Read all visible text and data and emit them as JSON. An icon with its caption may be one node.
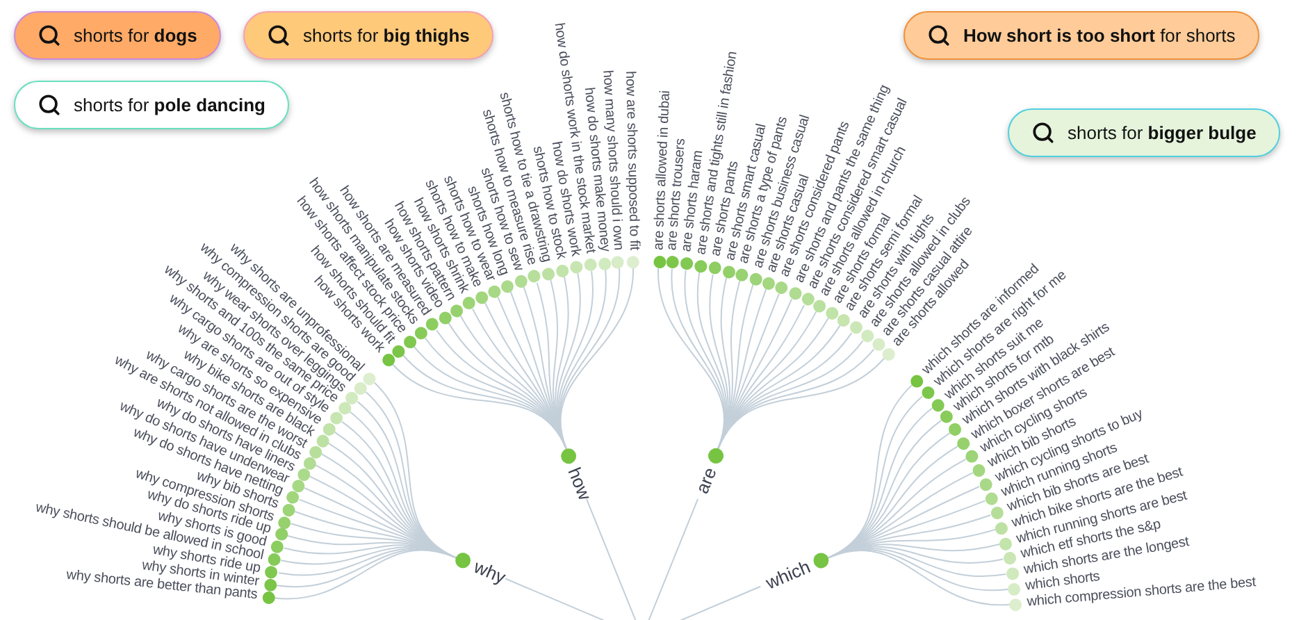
{
  "diagram": {
    "nodes": [
      {
        "text": [
          "why"
        ]
      },
      {
        "text": [
          "why shorts are unprofessional"
        ]
      },
      {
        "text": [
          "why compression shorts are good"
        ]
      },
      {
        "text": [
          "why wear shorts over leggings"
        ]
      },
      {
        "text": [
          "why shorts and 100s the same price"
        ]
      },
      {
        "text": [
          "why cargo shorts are out of style"
        ]
      },
      {
        "text": [
          "why are shorts so expensive"
        ]
      },
      {
        "text": [
          "why bike shorts are black"
        ]
      },
      {
        "text": [
          "why cargo shorts are the worst"
        ]
      },
      {
        "text": [
          "why are shorts not allowed in clubs"
        ]
      },
      {
        "text": [
          "why do shorts have liners"
        ]
      },
      {
        "text": [
          "why do shorts have underwear"
        ]
      },
      {
        "text": [
          "why do shorts have netting"
        ]
      },
      {
        "text": [
          "why bib shorts"
        ]
      },
      {
        "text": [
          "why compression shorts"
        ]
      },
      {
        "text": [
          "why do shorts ride up"
        ]
      },
      {
        "text": [
          "why shorts is good"
        ]
      },
      {
        "text": [
          "why shorts should be allowed in school"
        ]
      },
      {
        "text": [
          "why shorts ride up"
        ]
      },
      {
        "text": [
          "why shorts in winter"
        ]
      },
      {
        "text": [
          "why shorts are better than pants"
        ]
      },
      {
        "text": [
          "how"
        ]
      },
      {
        "text": [
          "how shorts work"
        ]
      },
      {
        "text": [
          "how shorts should fit"
        ]
      },
      {
        "text": [
          "how shorts affect stock price"
        ]
      },
      {
        "text": [
          "how shorts manipulate stocks"
        ]
      },
      {
        "text": [
          "how shorts are measured"
        ]
      },
      {
        "text": [
          "how shorts video"
        ]
      },
      {
        "text": [
          "how shorts pattern"
        ]
      },
      {
        "text": [
          "how shorts shrink"
        ]
      },
      {
        "text": [
          "shorts how to make"
        ]
      },
      {
        "text": [
          "shorts how to wear"
        ]
      },
      {
        "text": [
          "shorts how long"
        ]
      },
      {
        "text": [
          "shorts how to sew"
        ]
      },
      {
        "text": [
          "shorts how to measure rise"
        ]
      },
      {
        "text": [
          "shorts how to tie a drawstring"
        ]
      },
      {
        "text": [
          "shorts how to stock"
        ]
      },
      {
        "text": [
          "how do shorts work"
        ]
      },
      {
        "text": [
          "how do shorts work in the stock market"
        ]
      },
      {
        "text": [
          "how do shorts make money"
        ]
      },
      {
        "text": [
          "how many shorts should i own"
        ]
      },
      {
        "text": [
          "how are shorts supposed to fit"
        ]
      },
      {
        "text": [
          "are"
        ]
      },
      {
        "text": [
          "are shorts allowed in dubai"
        ]
      },
      {
        "text": [
          "are shorts trousers"
        ]
      },
      {
        "text": [
          "are shorts haram"
        ]
      },
      {
        "text": [
          "are shorts and tights still in fashion"
        ]
      },
      {
        "text": [
          "are shorts pants"
        ]
      },
      {
        "text": [
          "are shorts smart casual"
        ]
      },
      {
        "text": [
          "are shorts a type of pants"
        ]
      },
      {
        "text": [
          "are shorts business casual"
        ]
      },
      {
        "text": [
          "are shorts casual"
        ]
      },
      {
        "text": [
          "are shorts considered pants"
        ]
      },
      {
        "text": [
          "are shorts and pants the same thing"
        ]
      },
      {
        "text": [
          "are shorts considered smart casual"
        ]
      },
      {
        "text": [
          "are shorts allowed in church"
        ]
      },
      {
        "text": [
          "are shorts formal"
        ]
      },
      {
        "text": [
          "are shorts semi formal"
        ]
      },
      {
        "text": [
          "are shorts with tights"
        ]
      },
      {
        "text": [
          "are shorts allowed in clubs"
        ]
      },
      {
        "text": [
          "are shorts casual attire"
        ]
      },
      {
        "text": [
          "are shorts allowed"
        ]
      },
      {
        "text": [
          "which"
        ]
      },
      {
        "text": [
          "which shorts are informed"
        ]
      },
      {
        "text": [
          "which shorts are right for me"
        ]
      },
      {
        "text": [
          "which shorts suit me"
        ]
      },
      {
        "text": [
          "which shorts for mtb"
        ]
      },
      {
        "text": [
          "which shorts with black shirts"
        ]
      },
      {
        "text": [
          "which boxer shorts are best"
        ]
      },
      {
        "text": [
          "which cycling shorts"
        ]
      },
      {
        "text": [
          "which bib shorts"
        ]
      },
      {
        "text": [
          "which cycling shorts to buy"
        ]
      },
      {
        "text": [
          "which running shorts"
        ]
      },
      {
        "text": [
          "which bib shorts are best"
        ]
      },
      {
        "text": [
          "which bike shorts are the best"
        ]
      },
      {
        "text": [
          "which running shorts are best"
        ]
      },
      {
        "text": [
          "which etf shorts the s&p"
        ]
      },
      {
        "text": [
          "which shorts are the longest"
        ]
      },
      {
        "text": [
          "which shorts"
        ]
      },
      {
        "text": [
          "which compression shorts are the best"
        ]
      },
      {
        "text": [
          "shorts for **dogs**"
        ]
      },
      {
        "text": [
          "shorts for **big thighs**"
        ]
      },
      {
        "text": [
          "**How short is too short** for shorts"
        ]
      },
      {
        "text": [
          "shorts for **pole dancing**"
        ]
      },
      {
        "text": [
          "shorts for **bigger bulge**"
        ]
      }
    ],
    "edges": [
      {
        "from": null,
        "to": 0,
        "arrow": "none"
      },
      {
        "from": null,
        "to": 21,
        "arrow": "none"
      },
      {
        "from": null,
        "to": 42,
        "arrow": "none"
      },
      {
        "from": null,
        "to": 62,
        "arrow": "none"
      },
      {
        "from": 0,
        "to": 1,
        "arrow": "none"
      },
      {
        "from": 0,
        "to": 2,
        "arrow": "none"
      },
      {
        "from": 0,
        "to": 3,
        "arrow": "none"
      },
      {
        "from": 0,
        "to": 4,
        "arrow": "none"
      },
      {
        "from": 0,
        "to": 5,
        "arrow": "none"
      },
      {
        "from": 0,
        "to": 6,
        "arrow": "none"
      },
      {
        "from": 0,
        "to": 7,
        "arrow": "none"
      },
      {
        "from": 0,
        "to": 8,
        "arrow": "none"
      },
      {
        "from": 0,
        "to": 9,
        "arrow": "none"
      },
      {
        "from": 0,
        "to": 10,
        "arrow": "none"
      },
      {
        "from": 0,
        "to": 11,
        "arrow": "none"
      },
      {
        "from": 0,
        "to": 12,
        "arrow": "none"
      },
      {
        "from": 0,
        "to": 13,
        "arrow": "none"
      },
      {
        "from": 0,
        "to": 14,
        "arrow": "none"
      },
      {
        "from": 0,
        "to": 15,
        "arrow": "none"
      },
      {
        "from": 0,
        "to": 16,
        "arrow": "none"
      },
      {
        "from": 0,
        "to": 17,
        "arrow": "none"
      },
      {
        "from": 0,
        "to": 18,
        "arrow": "none"
      },
      {
        "from": 0,
        "to": 19,
        "arrow": "none"
      },
      {
        "from": 0,
        "to": 20,
        "arrow": "none"
      },
      {
        "from": 21,
        "to": 22,
        "arrow": "none"
      },
      {
        "from": 21,
        "to": 23,
        "arrow": "none"
      },
      {
        "from": 21,
        "to": 24,
        "arrow": "none"
      },
      {
        "from": 21,
        "to": 25,
        "arrow": "none"
      },
      {
        "from": 21,
        "to": 26,
        "arrow": "none"
      },
      {
        "from": 21,
        "to": 27,
        "arrow": "none"
      },
      {
        "from": 21,
        "to": 28,
        "arrow": "none"
      },
      {
        "from": 21,
        "to": 29,
        "arrow": "none"
      },
      {
        "from": 21,
        "to": 30,
        "arrow": "none"
      },
      {
        "from": 21,
        "to": 31,
        "arrow": "none"
      },
      {
        "from": 21,
        "to": 32,
        "arrow": "none"
      },
      {
        "from": 21,
        "to": 33,
        "arrow": "none"
      },
      {
        "from": 21,
        "to": 34,
        "arrow": "none"
      },
      {
        "from": 21,
        "to": 35,
        "arrow": "none"
      },
      {
        "from": 21,
        "to": 36,
        "arrow": "none"
      },
      {
        "from": 21,
        "to": 37,
        "arrow": "none"
      },
      {
        "from": 21,
        "to": 38,
        "arrow": "none"
      },
      {
        "from": 21,
        "to": 39,
        "arrow": "none"
      },
      {
        "from": 21,
        "to": 40,
        "arrow": "none"
      },
      {
        "from": 21,
        "to": 41,
        "arrow": "none"
      },
      {
        "from": 42,
        "to": 43,
        "arrow": "none"
      },
      {
        "from": 42,
        "to": 44,
        "arrow": "none"
      },
      {
        "from": 42,
        "to": 45,
        "arrow": "none"
      },
      {
        "from": 42,
        "to": 46,
        "arrow": "none"
      },
      {
        "from": 42,
        "to": 47,
        "arrow": "none"
      },
      {
        "from": 42,
        "to": 48,
        "arrow": "none"
      },
      {
        "from": 42,
        "to": 49,
        "arrow": "none"
      },
      {
        "from": 42,
        "to": 50,
        "arrow": "none"
      },
      {
        "from": 42,
        "to": 51,
        "arrow": "none"
      },
      {
        "from": 42,
        "to": 52,
        "arrow": "none"
      },
      {
        "from": 42,
        "to": 53,
        "arrow": "none"
      },
      {
        "from": 42,
        "to": 54,
        "arrow": "none"
      },
      {
        "from": 42,
        "to": 55,
        "arrow": "none"
      },
      {
        "from": 42,
        "to": 56,
        "arrow": "none"
      },
      {
        "from": 42,
        "to": 57,
        "arrow": "none"
      },
      {
        "from": 42,
        "to": 58,
        "arrow": "none"
      },
      {
        "from": 42,
        "to": 59,
        "arrow": "none"
      },
      {
        "from": 42,
        "to": 60,
        "arrow": "none"
      },
      {
        "from": 42,
        "to": 61,
        "arrow": "none"
      },
      {
        "from": 62,
        "to": 63,
        "arrow": "none"
      },
      {
        "from": 62,
        "to": 64,
        "arrow": "none"
      },
      {
        "from": 62,
        "to": 65,
        "arrow": "none"
      },
      {
        "from": 62,
        "to": 66,
        "arrow": "none"
      },
      {
        "from": 62,
        "to": 67,
        "arrow": "none"
      },
      {
        "from": 62,
        "to": 68,
        "arrow": "none"
      },
      {
        "from": 62,
        "to": 69,
        "arrow": "none"
      },
      {
        "from": 62,
        "to": 70,
        "arrow": "none"
      },
      {
        "from": 62,
        "to": 71,
        "arrow": "none"
      },
      {
        "from": 62,
        "to": 72,
        "arrow": "none"
      },
      {
        "from": 62,
        "to": 73,
        "arrow": "none"
      },
      {
        "from": 62,
        "to": 74,
        "arrow": "none"
      },
      {
        "from": 62,
        "to": 75,
        "arrow": "none"
      },
      {
        "from": 62,
        "to": 76,
        "arrow": "none"
      },
      {
        "from": 62,
        "to": 77,
        "arrow": "none"
      },
      {
        "from": 62,
        "to": 78,
        "arrow": "none"
      },
      {
        "from": 62,
        "to": 79,
        "arrow": "none"
      }
    ]
  }
}
